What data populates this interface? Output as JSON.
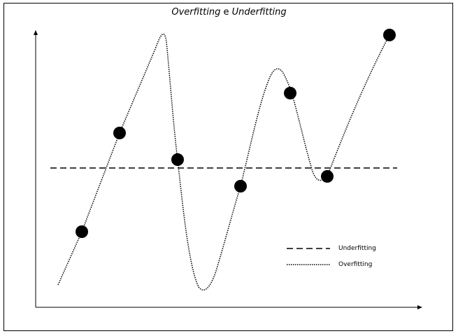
{
  "title": {
    "part1": "Overfitting",
    "part2": " e ",
    "part3": "Underfitting"
  },
  "legend": {
    "underfitting": "Underfitting",
    "overfitting": "Overfitting"
  },
  "colors": {
    "line": "#000000",
    "point": "#000000",
    "background": "#ffffff"
  }
}
